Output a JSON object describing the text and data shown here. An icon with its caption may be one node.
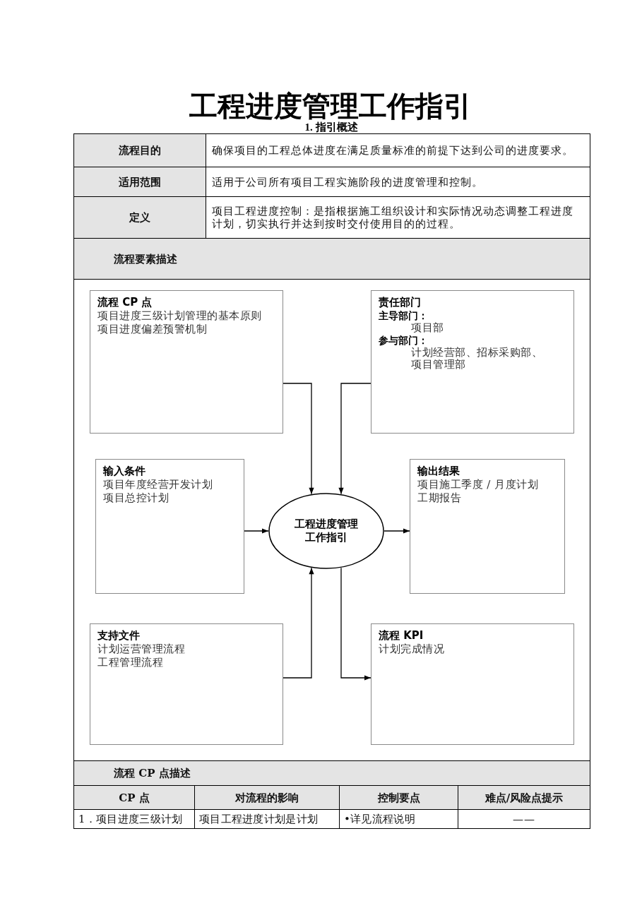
{
  "diagram": {
    "title": "工程进度管理工作指引",
    "nodes": [
      {
        "text": [
          "流程 CP 点",
          "项目进度三级计划管理的基本原则",
          "项目进度偏差预警机制"
        ]
      },
      {
        "text": [
          "责任部门",
          "主导部门：",
          "项目部",
          "参与部门：",
          "计划经营部、招标采购部、项目管理部"
        ]
      },
      {
        "text": [
          "输入条件",
          "项目年度经营开发计划",
          "项目总控计划"
        ]
      },
      {
        "text": [
          "工程进度管理工作指引"
        ]
      },
      {
        "text": [
          "输出结果",
          "项目施工季度 / 月度计划",
          "工期报告"
        ]
      },
      {
        "text": [
          "支持文件",
          "计划运营管理流程",
          "工程管理流程"
        ]
      },
      {
        "text": [
          "流程 KPI",
          "计划完成情况"
        ]
      }
    ],
    "edges": [
      {
        "from": 0,
        "to": 3,
        "arrow": "to"
      },
      {
        "from": 1,
        "to": 3,
        "arrow": "to"
      },
      {
        "from": 2,
        "to": 3,
        "arrow": "to"
      },
      {
        "from": 3,
        "to": 4,
        "arrow": "to"
      },
      {
        "from": 5,
        "to": 3,
        "arrow": "to"
      },
      {
        "from": 3,
        "to": 6,
        "arrow": "to"
      }
    ],
    "labels": [
      "1. 指引概述",
      "流程目的",
      "确保项目的工程总体进度在满足质量标准的前提下达到公司的进度要求。",
      "适用范围",
      "适用于公司所有项目工程实施阶段的进度管理和控制。",
      "定义",
      "项目工程进度控制：是指根据施工组织设计和实际情况动态调整工程进度计划，切实执行并达到按时交付使用目的的过程。",
      "流程要素描述",
      "流程 CP 点描述",
      "CP 点",
      "对流程的影响",
      "控制要点",
      "难点/风险点提示",
      "1．项目进度三级计划",
      "项目工程进度计划是计划",
      "•详见流程说明",
      "——"
    ]
  }
}
